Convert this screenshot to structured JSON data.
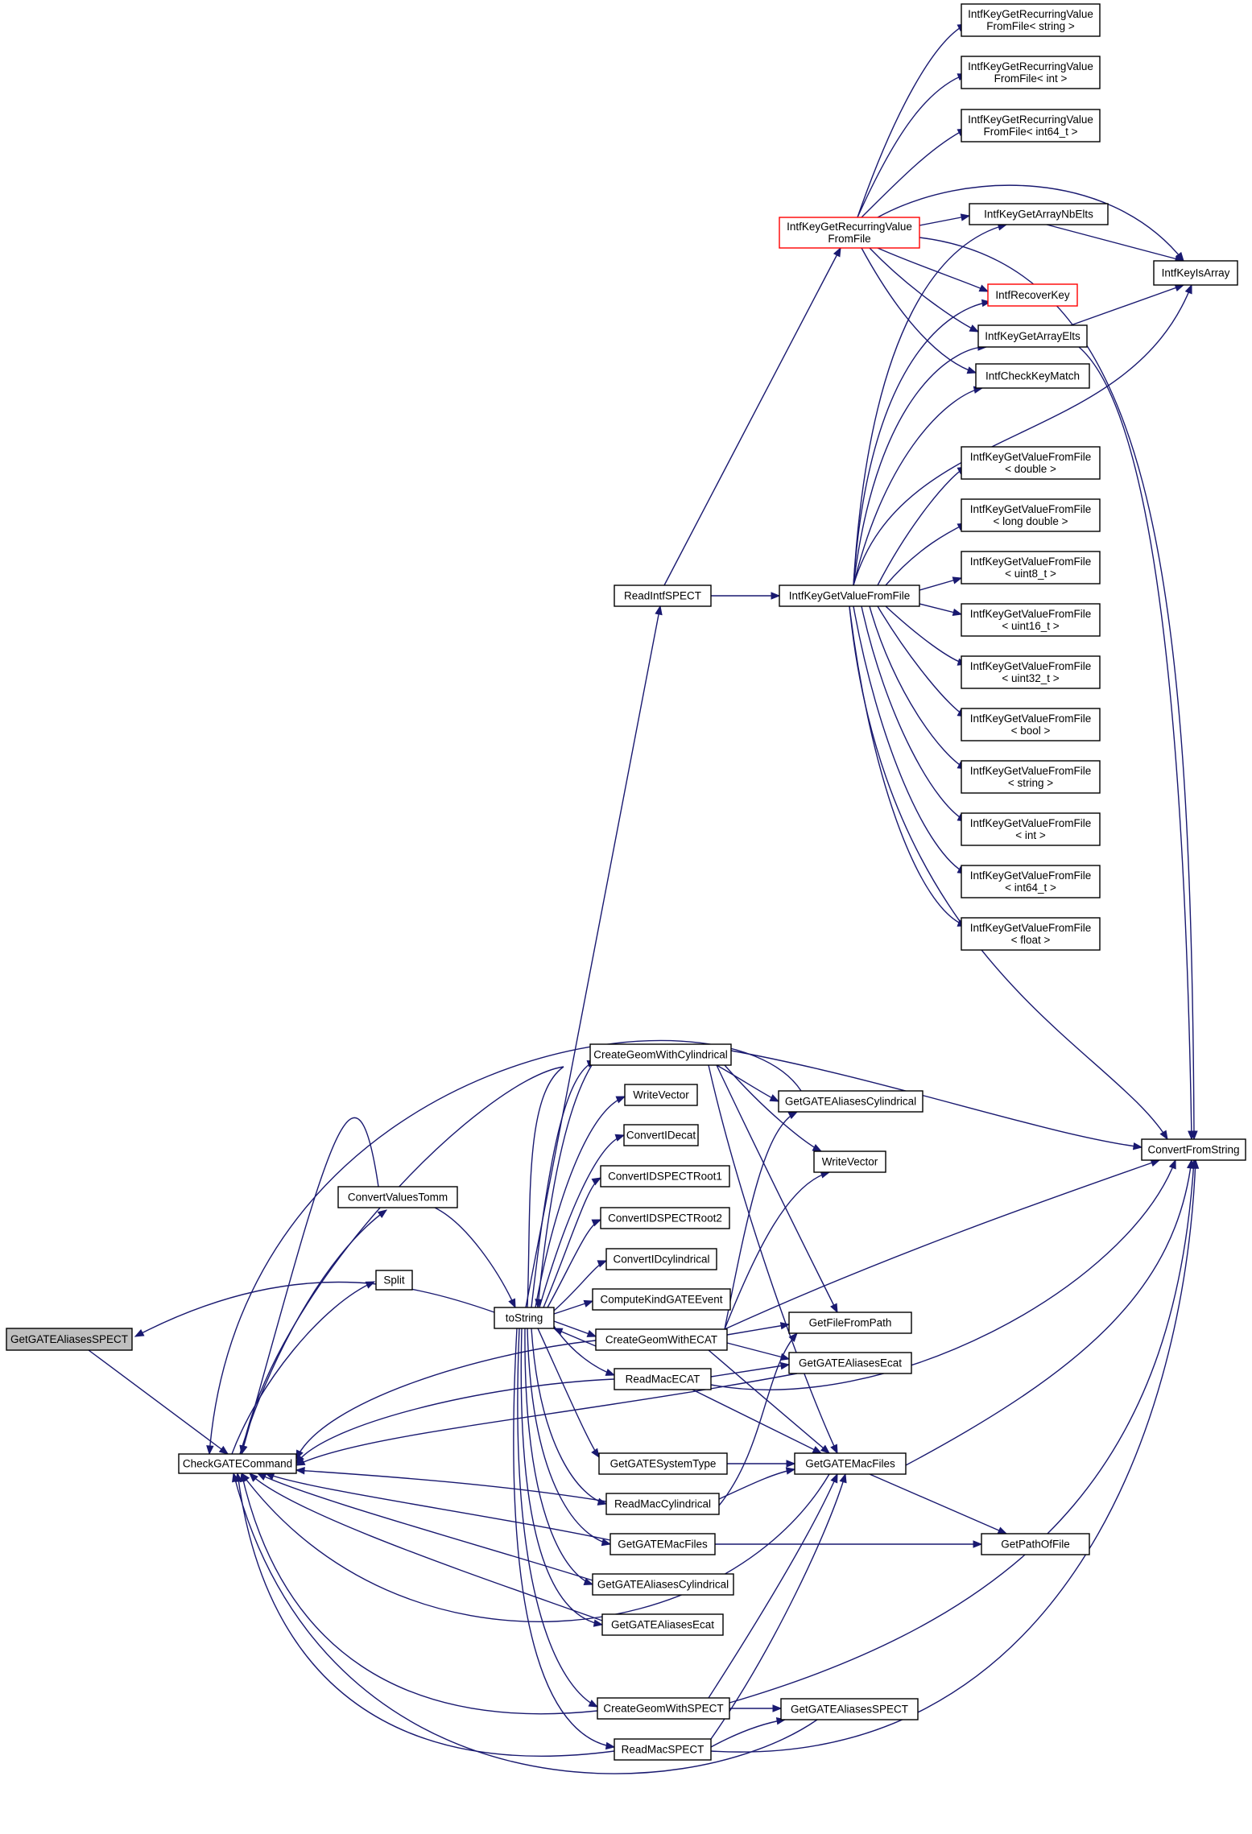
{
  "nodes": [
    {
      "id": "root",
      "lines": [
        "GetGATEAliasesSPECT"
      ],
      "style": "root"
    },
    {
      "id": "check",
      "lines": [
        "CheckGATECommand"
      ]
    },
    {
      "id": "cvt",
      "lines": [
        "ConvertValuesTomm"
      ]
    },
    {
      "id": "split",
      "lines": [
        "Split"
      ]
    },
    {
      "id": "tostring",
      "lines": [
        "toString"
      ]
    },
    {
      "id": "readintf",
      "lines": [
        "ReadIntfSPECT"
      ]
    },
    {
      "id": "recur",
      "lines": [
        "IntfKeyGetRecurringValue",
        "FromFile"
      ],
      "style": "red"
    },
    {
      "id": "recur_string",
      "lines": [
        "IntfKeyGetRecurringValue",
        "FromFile< string >"
      ]
    },
    {
      "id": "recur_int",
      "lines": [
        "IntfKeyGetRecurringValue",
        "FromFile< int >"
      ]
    },
    {
      "id": "recur_int64",
      "lines": [
        "IntfKeyGetRecurringValue",
        "FromFile< int64_t >"
      ]
    },
    {
      "id": "nbelts",
      "lines": [
        "IntfKeyGetArrayNbElts"
      ]
    },
    {
      "id": "isarray",
      "lines": [
        "IntfKeyIsArray"
      ]
    },
    {
      "id": "recover",
      "lines": [
        "IntfRecoverKey"
      ],
      "style": "red"
    },
    {
      "id": "elts",
      "lines": [
        "IntfKeyGetArrayElts"
      ]
    },
    {
      "id": "checkkey",
      "lines": [
        "IntfCheckKeyMatch"
      ]
    },
    {
      "id": "getvalue",
      "lines": [
        "IntfKeyGetValueFromFile"
      ]
    },
    {
      "id": "gv_double",
      "lines": [
        "IntfKeyGetValueFromFile",
        "< double >"
      ]
    },
    {
      "id": "gv_ldouble",
      "lines": [
        "IntfKeyGetValueFromFile",
        "< long double >"
      ]
    },
    {
      "id": "gv_uint8",
      "lines": [
        "IntfKeyGetValueFromFile",
        "< uint8_t >"
      ]
    },
    {
      "id": "gv_uint16",
      "lines": [
        "IntfKeyGetValueFromFile",
        "< uint16_t >"
      ]
    },
    {
      "id": "gv_uint32",
      "lines": [
        "IntfKeyGetValueFromFile",
        "< uint32_t >"
      ]
    },
    {
      "id": "gv_bool",
      "lines": [
        "IntfKeyGetValueFromFile",
        "< bool >"
      ]
    },
    {
      "id": "gv_string",
      "lines": [
        "IntfKeyGetValueFromFile",
        "< string >"
      ]
    },
    {
      "id": "gv_int",
      "lines": [
        "IntfKeyGetValueFromFile",
        "< int >"
      ]
    },
    {
      "id": "gv_int64",
      "lines": [
        "IntfKeyGetValueFromFile",
        "< int64_t >"
      ]
    },
    {
      "id": "gv_float",
      "lines": [
        "IntfKeyGetValueFromFile",
        "< float >"
      ]
    },
    {
      "id": "cgcyl",
      "lines": [
        "CreateGeomWithCylindrical"
      ]
    },
    {
      "id": "writevec1",
      "lines": [
        "WriteVector"
      ]
    },
    {
      "id": "cidecat",
      "lines": [
        "ConvertIDecat"
      ]
    },
    {
      "id": "cidsr1",
      "lines": [
        "ConvertIDSPECTRoot1"
      ]
    },
    {
      "id": "cidsr2",
      "lines": [
        "ConvertIDSPECTRoot2"
      ]
    },
    {
      "id": "cidcyl",
      "lines": [
        "ConvertIDcylindrical"
      ]
    },
    {
      "id": "ckge",
      "lines": [
        "ComputeKindGATEEvent"
      ]
    },
    {
      "id": "cgecat",
      "lines": [
        "CreateGeomWithECAT"
      ]
    },
    {
      "id": "rmecat",
      "lines": [
        "ReadMacECAT"
      ]
    },
    {
      "id": "gst",
      "lines": [
        "GetGATESystemType"
      ]
    },
    {
      "id": "rmcyl",
      "lines": [
        "ReadMacCylindrical"
      ]
    },
    {
      "id": "gmf1",
      "lines": [
        "GetGATEMacFiles"
      ]
    },
    {
      "id": "gacyl1",
      "lines": [
        "GetGATEAliasesCylindrical"
      ]
    },
    {
      "id": "gaecat1",
      "lines": [
        "GetGATEAliasesEcat"
      ]
    },
    {
      "id": "cgspect",
      "lines": [
        "CreateGeomWithSPECT"
      ]
    },
    {
      "id": "rmspect",
      "lines": [
        "ReadMacSPECT"
      ]
    },
    {
      "id": "gacyl2",
      "lines": [
        "GetGATEAliasesCylindrical"
      ]
    },
    {
      "id": "writevec2",
      "lines": [
        "WriteVector"
      ]
    },
    {
      "id": "gffp",
      "lines": [
        "GetFileFromPath"
      ]
    },
    {
      "id": "gaecat2",
      "lines": [
        "GetGATEAliasesEcat"
      ]
    },
    {
      "id": "gmf2",
      "lines": [
        "GetGATEMacFiles"
      ]
    },
    {
      "id": "gaspect2",
      "lines": [
        "GetGATEAliasesSPECT"
      ]
    },
    {
      "id": "gpof",
      "lines": [
        "GetPathOfFile"
      ]
    },
    {
      "id": "cfs",
      "lines": [
        "ConvertFromString"
      ]
    }
  ]
}
